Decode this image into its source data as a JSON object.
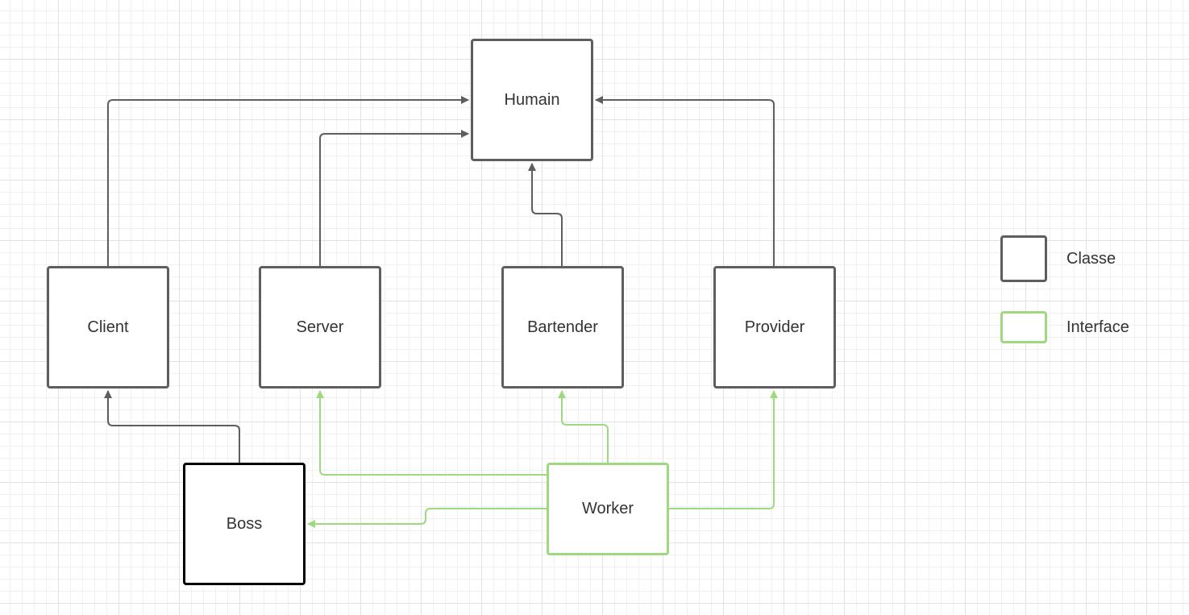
{
  "colors": {
    "class_border": "#5e5e5e",
    "boss_border": "#000000",
    "interface_border": "#9fd97f",
    "class_edge": "#5e5e5e",
    "interface_edge": "#9fd97f",
    "text": "#333333",
    "grid": "#e2e2e2"
  },
  "nodes": {
    "humain": "Humain",
    "client": "Client",
    "server": "Server",
    "bartender": "Bartender",
    "provider": "Provider",
    "boss": "Boss",
    "worker": "Worker"
  },
  "edges": [
    {
      "from": "Client",
      "to": "Humain",
      "kind": "class"
    },
    {
      "from": "Server",
      "to": "Humain",
      "kind": "class"
    },
    {
      "from": "Bartender",
      "to": "Humain",
      "kind": "class"
    },
    {
      "from": "Provider",
      "to": "Humain",
      "kind": "class"
    },
    {
      "from": "Boss",
      "to": "Client",
      "kind": "class"
    },
    {
      "from": "Worker",
      "to": "Server",
      "kind": "interface"
    },
    {
      "from": "Worker",
      "to": "Bartender",
      "kind": "interface"
    },
    {
      "from": "Worker",
      "to": "Boss",
      "kind": "interface"
    },
    {
      "from": "Worker",
      "to": "Provider",
      "kind": "interface"
    }
  ],
  "legend": {
    "class_label": "Classe",
    "interface_label": "Interface"
  }
}
